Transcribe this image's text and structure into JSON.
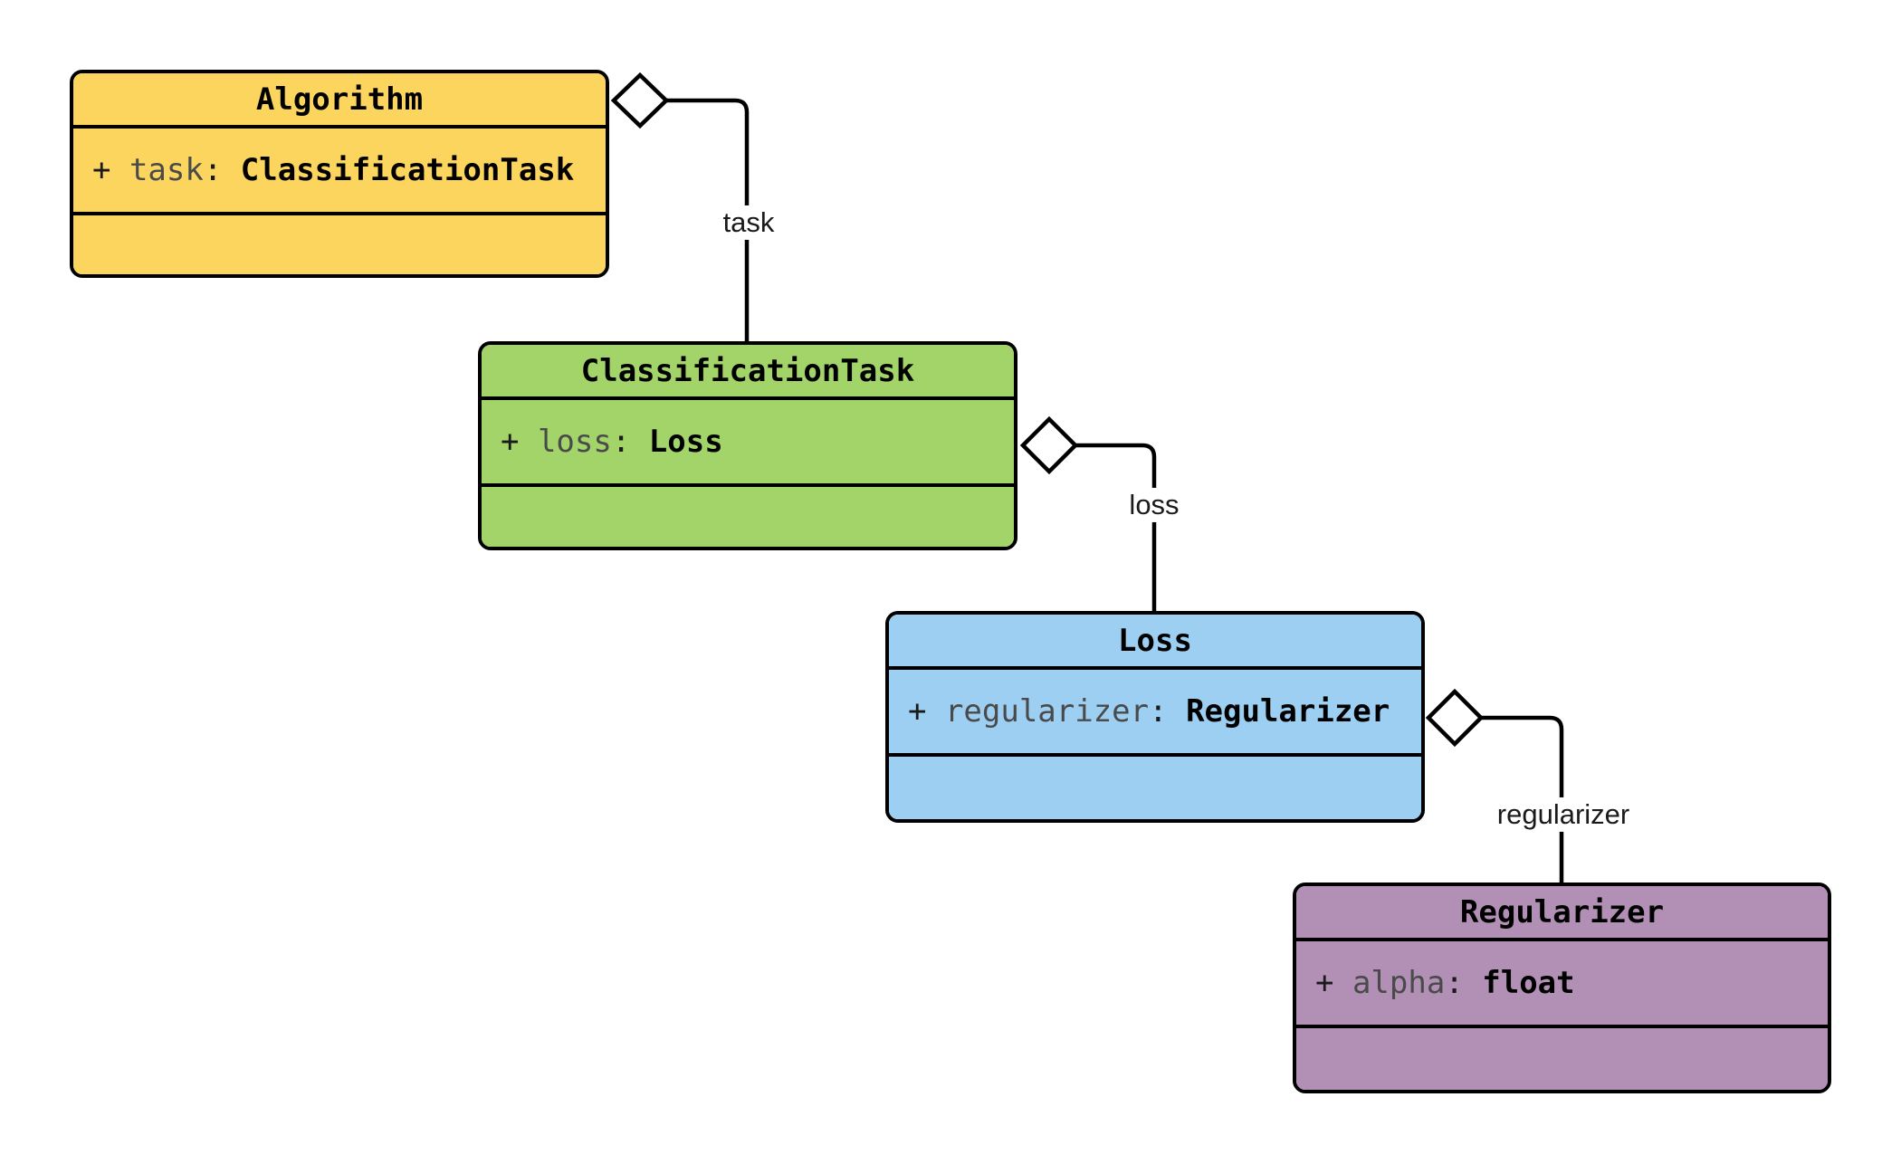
{
  "diagram": {
    "background_color": "#ffffff",
    "border_color": "#000000",
    "classes": [
      {
        "title": "Algorithm",
        "fill": "#FCD55F",
        "attribute": {
          "visibility": "+ ",
          "name": "task",
          "separator": ": ",
          "type": "ClassificationTask"
        }
      },
      {
        "title": "ClassificationTask",
        "fill": "#A2D46A",
        "attribute": {
          "visibility": "+ ",
          "name": "loss",
          "separator": ": ",
          "type": "Loss"
        }
      },
      {
        "title": "Loss",
        "fill": "#9CCFF2",
        "attribute": {
          "visibility": "+ ",
          "name": "regularizer",
          "separator": ": ",
          "type": "Regularizer"
        }
      },
      {
        "title": "Regularizer",
        "fill": "#B290B5",
        "attribute": {
          "visibility": "+ ",
          "name": "alpha",
          "separator": ": ",
          "type": "float"
        }
      }
    ],
    "relations": [
      {
        "label": "task",
        "from": "Algorithm",
        "to": "ClassificationTask",
        "kind": "aggregation"
      },
      {
        "label": "loss",
        "from": "ClassificationTask",
        "to": "Loss",
        "kind": "aggregation"
      },
      {
        "label": "regularizer",
        "from": "Loss",
        "to": "Regularizer",
        "kind": "aggregation"
      }
    ]
  }
}
